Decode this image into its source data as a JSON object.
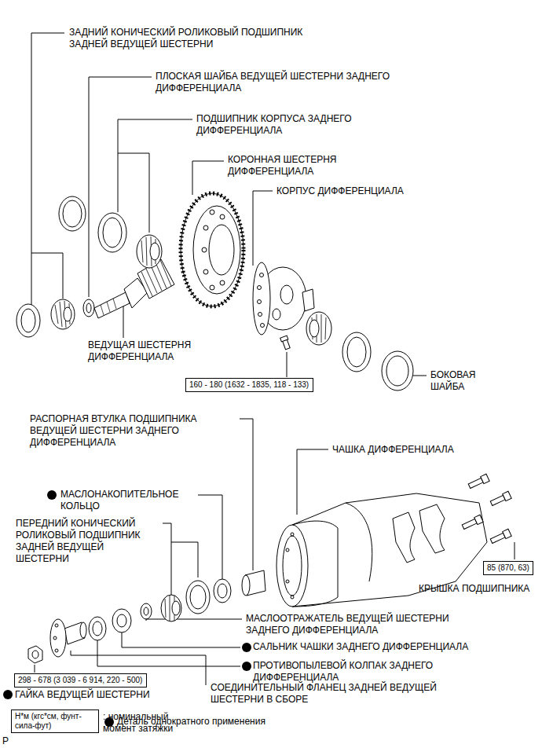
{
  "diagram": {
    "nodes": [
      {
        "text": [
          "160 - 180 (1632 - 1835, 118 - 133)"
        ]
      },
      {
        "text": [
          "85 (870, 63)"
        ]
      },
      {
        "text": [
          "298 - 678 (3 039 - 6 914, 220 - 500)"
        ]
      },
      {
        "text": [
          "Н*м (кгс*см, фунт-сила-фут)"
        ]
      }
    ],
    "edges": [],
    "labels": [
      "ЗАДНИЙ КОНИЧЕСКИЙ РОЛИКОВЫЙ ПОДШИПНИК ЗАДНЕЙ ВЕДУЩЕЙ ШЕСТЕРНИ",
      "ПЛОСКАЯ ШАЙБА ВЕДУЩЕЙ ШЕСТЕРНИ ЗАДНЕГО ДИФФЕРЕНЦИАЛА",
      "ПОДШИПНИК КОРПУСА ЗАДНЕГО ДИФФЕРЕНЦИАЛА",
      "КОРОННАЯ ШЕСТЕРНЯ ДИФФЕРЕНЦИАЛА",
      "КОРПУС ДИФФЕРЕНЦИАЛА",
      "ВЕДУЩАЯ ШЕСТЕРНЯ ДИФФЕРЕНЦИАЛА",
      "БОКОВАЯ ШАЙБА",
      "РАСПОРНАЯ ВТУЛКА ПОДШИПНИКА ВЕДУЩЕЙ ШЕСТЕРНИ ЗАДНЕГО ДИФФЕРЕНЦИАЛА",
      "ЧАШКА ДИФФЕРЕНЦИАЛА",
      "МАСЛОНАКОПИТЕЛЬНОЕ КОЛЬЦО",
      "ПЕРЕДНИЙ КОНИЧЕСКИЙ РОЛИКОВЫЙ ПОДШИПНИК ЗАДНЕЙ ВЕДУЩЕЙ ШЕСТЕРНИ",
      "КРЫШКА ПОДШИПНИКА",
      "МАСЛООТРАЖАТЕЛЬ ВЕДУЩЕЙ ШЕСТЕРНИ ЗАДНЕГО ДИФФЕРЕНЦИАЛА",
      "САЛЬНИК ЧАШКИ ЗАДНЕГО ДИФФЕРЕНЦИАЛА",
      "ПРОТИВОПЫЛЕВОЙ КОЛПАК ЗАДНЕГО ДИФФЕРЕНЦИАЛА",
      "СОЕДИНИТЕЛЬНЫЙ ФЛАНЕЦ ЗАДНЕЙ ВЕДУЩЕЙ ШЕСТЕРНИ В СБОРЕ",
      "ГАЙКА ВЕДУЩЕЙ ШЕСТЕРНИ",
      ": номинальный момент затяжки",
      "P"
    ],
    "legend": [
      {
        "text": "Деталь однократного применения"
      }
    ]
  }
}
